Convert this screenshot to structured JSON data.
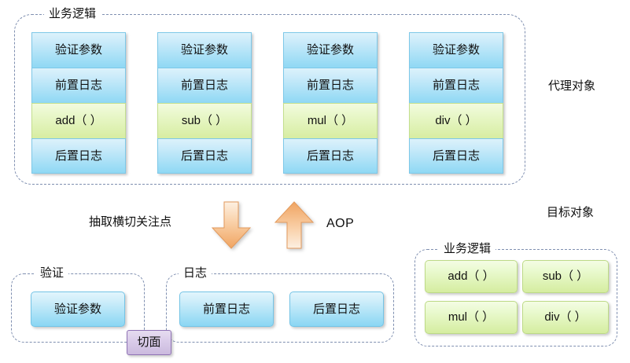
{
  "diagram": {
    "title_note": "AOP proxy object diagram",
    "proxy_group": {
      "label": "业务逻辑",
      "outside_caption": "代理对象",
      "columns": [
        {
          "name": "add-column",
          "cells": [
            {
              "text": "验证参数",
              "kind": "blue"
            },
            {
              "text": "前置日志",
              "kind": "blue"
            },
            {
              "text": "add（ ）",
              "kind": "green"
            },
            {
              "text": "后置日志",
              "kind": "blue"
            }
          ]
        },
        {
          "name": "sub-column",
          "cells": [
            {
              "text": "验证参数",
              "kind": "blue"
            },
            {
              "text": "前置日志",
              "kind": "blue"
            },
            {
              "text": "sub（ ）",
              "kind": "green"
            },
            {
              "text": "后置日志",
              "kind": "blue"
            }
          ]
        },
        {
          "name": "mul-column",
          "cells": [
            {
              "text": "验证参数",
              "kind": "blue"
            },
            {
              "text": "前置日志",
              "kind": "blue"
            },
            {
              "text": "mul（ ）",
              "kind": "green"
            },
            {
              "text": "后置日志",
              "kind": "blue"
            }
          ]
        },
        {
          "name": "div-column",
          "cells": [
            {
              "text": "验证参数",
              "kind": "blue"
            },
            {
              "text": "前置日志",
              "kind": "blue"
            },
            {
              "text": "div（ ）",
              "kind": "green"
            },
            {
              "text": "后置日志",
              "kind": "blue"
            }
          ]
        }
      ]
    },
    "middle": {
      "extract_label": "抽取横切关注点",
      "aop_label": "AOP",
      "down_arrow": "down-arrow",
      "up_arrow": "up-arrow",
      "arrow_color": "#f4a460"
    },
    "aspect_groups": {
      "validate": {
        "label": "验证",
        "items": [
          "验证参数"
        ]
      },
      "log": {
        "label": "日志",
        "items": [
          "前置日志",
          "后置日志"
        ]
      },
      "aspect_badge": "切面"
    },
    "target_group": {
      "outside_caption": "目标对象",
      "label": "业务逻辑",
      "methods": [
        "add（ ）",
        "sub（ ）",
        "mul（ ）",
        "div（ ）"
      ]
    },
    "colors": {
      "blue_fill": "#8fd8f4",
      "blue_border": "#7ec8e8",
      "green_fill": "#d7eda2",
      "green_border": "#c3df8e",
      "purple_fill": "#d9cbe9",
      "purple_border": "#8f72b5",
      "dashed_border": "#7f8fb0",
      "arrow_orange": "#f4a460"
    }
  }
}
